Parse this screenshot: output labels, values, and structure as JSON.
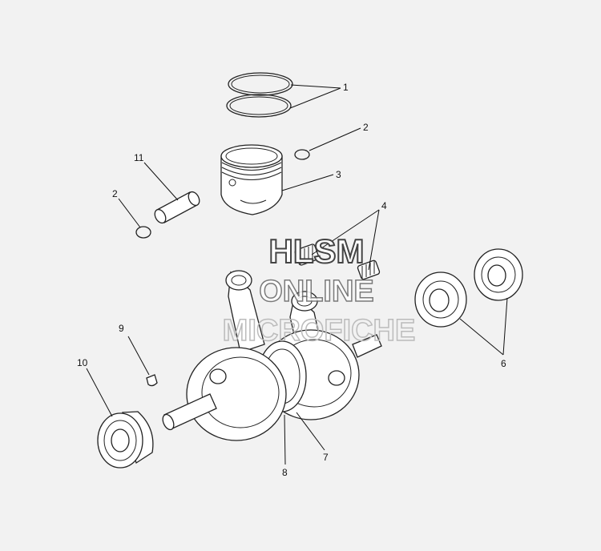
{
  "diagram": {
    "callouts": [
      "1",
      "2",
      "2",
      "3",
      "4",
      "6",
      "7",
      "8",
      "9",
      "10",
      "11"
    ],
    "watermark": {
      "line1": "HLSM",
      "line2": "ONLINE",
      "line3": "MICROFICHE"
    }
  },
  "colors": {
    "background": "#f2f2f2",
    "line": "#222222",
    "part_fill": "#ffffff",
    "watermark_dark": "#444444",
    "watermark_light": "#bbbbbb"
  }
}
